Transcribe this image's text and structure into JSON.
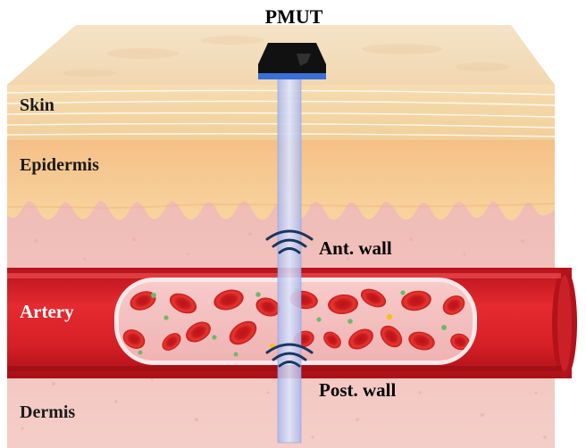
{
  "labels": {
    "pmut": "PMUT",
    "skin": "Skin",
    "epidermis": "Epidermis",
    "artery": "Artery",
    "dermis": "Dermis",
    "ant_wall": "Ant. wall",
    "post_wall": "Post. wall"
  },
  "colors": {
    "skin_top": "#f3dcbc",
    "skin_band": "#f2cf9a",
    "epidermis": "#f6c98e",
    "dermis": "#f2c3bf",
    "artery": "#d61f26",
    "artery_inner": "#f4bdbd",
    "red_cell": "#d8231f",
    "beam": "#b8c4ee",
    "transducer": "#111111",
    "transducer_face": "#3a6fd8",
    "wave": "#17375e"
  }
}
